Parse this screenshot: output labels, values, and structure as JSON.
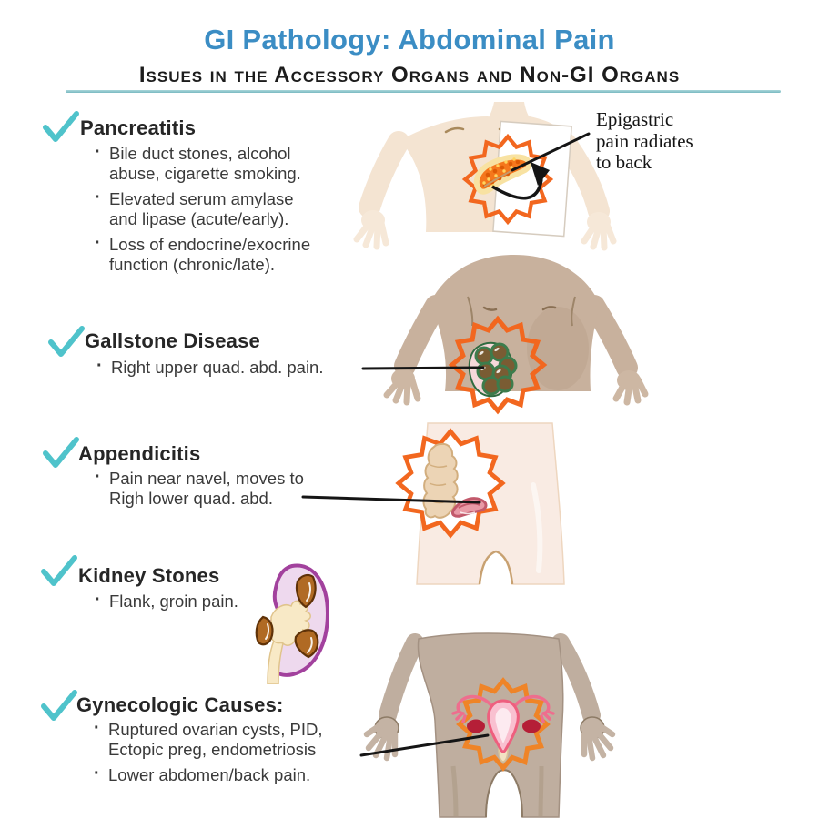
{
  "header": {
    "title": "GI Pathology: Abdominal Pain",
    "subtitle": "Issues in the Accessory Organs and Non-GI Organs"
  },
  "sections": {
    "pancreatitis": {
      "heading": "Pancreatitis",
      "bullets": [
        {
          "lines": [
            "Bile duct stones, alcohol",
            "abuse, cigarette smoking."
          ]
        },
        {
          "lines": [
            "Elevated serum amylase",
            "and lipase (acute/early)."
          ]
        },
        {
          "lines": [
            "Loss of endocrine/exocrine",
            "function (chronic/late)."
          ]
        }
      ]
    },
    "gallstone": {
      "heading": "Gallstone Disease",
      "bullets": [
        {
          "lines": [
            "Right upper quad. abd. pain."
          ]
        }
      ]
    },
    "appendicitis": {
      "heading": "Appendicitis",
      "bullets": [
        {
          "lines": [
            "Pain near navel, moves to",
            "Righ lower quad. abd."
          ]
        }
      ]
    },
    "kidney": {
      "heading": "Kidney Stones",
      "bullets": [
        {
          "lines": [
            "Flank, groin pain."
          ]
        }
      ]
    },
    "gynecologic": {
      "heading": "Gynecologic Causes:",
      "bullets": [
        {
          "lines": [
            "Ruptured ovarian cysts, PID,",
            "Ectopic preg, endometriosis"
          ]
        },
        {
          "lines": [
            "Lower abdomen/back pain."
          ]
        }
      ]
    }
  },
  "annotations": {
    "epigastric": {
      "lines": [
        "Epigastric",
        "pain radiates",
        "to back"
      ]
    }
  },
  "colors": {
    "title_blue": "#3b8dc4",
    "check_teal": "#4fc3cb",
    "divider_teal": "#86c2c9",
    "starburst_orange": "#f2671f",
    "pancreas_orange": "#f5771c",
    "gallstone_green": "#3d7c4c",
    "kidney_purple": "#a2419d",
    "uterus_pink": "#ee5f7e",
    "text_dark": "#3a3a3a"
  }
}
